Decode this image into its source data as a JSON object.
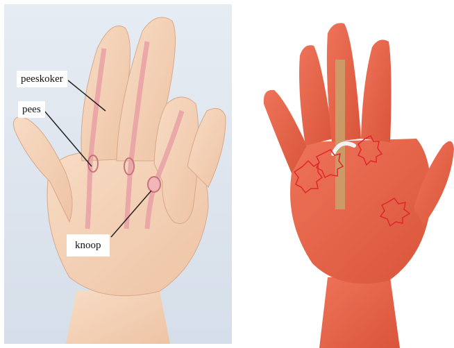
{
  "left_figure": {
    "labels": {
      "tendon_sheath": "peeskoker",
      "tendon": "pees",
      "nodule": "knoop"
    }
  },
  "colors": {
    "left_background": "#dfe6ef",
    "left_skin": "#f4d3b8",
    "tendon_pink": "#e9a0a6",
    "right_skin": "#e8654a",
    "incision": "#c9a06a",
    "pain_outline": "#e0262a"
  }
}
